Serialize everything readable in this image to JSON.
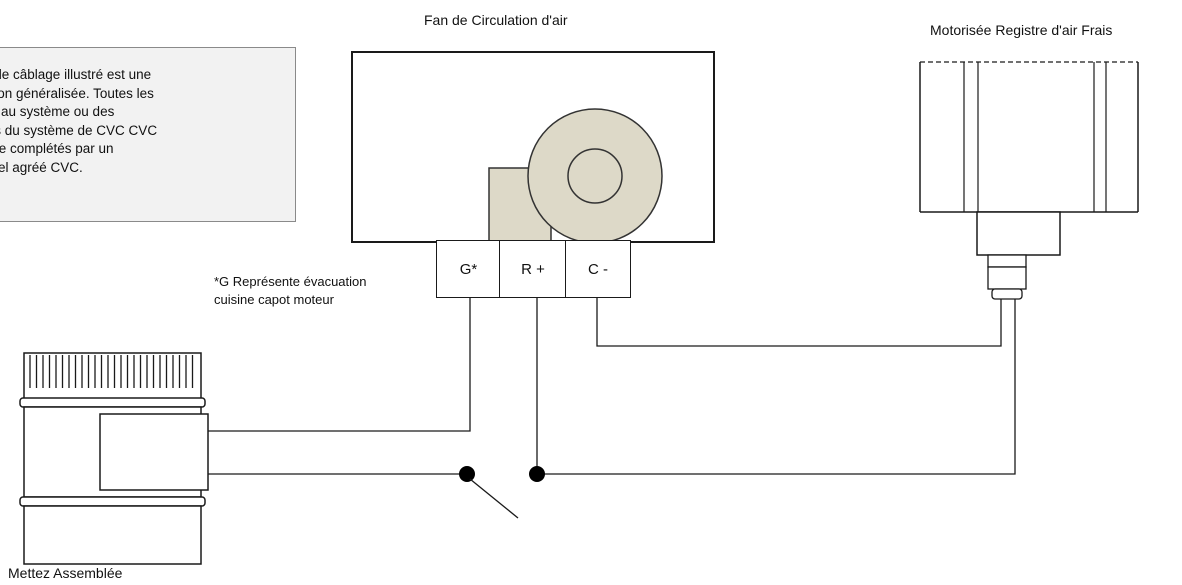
{
  "diagram": {
    "fan_title": "Fan de Circulation d'air",
    "damper_title": "Motorisée Registre d'air Frais",
    "note_text": "a de câblage illustré est une\nation généralisée. Toutes les\nns au système ou des\nnts du système de CVC CVC\nêtre complétés par un\nnnel agréé CVC.",
    "terminals": [
      "G*",
      "R +",
      "C -"
    ],
    "g_note": "*G Représente évacuation\ncuisine capot moteur",
    "assembly_label": "Mettez Assemblée"
  }
}
